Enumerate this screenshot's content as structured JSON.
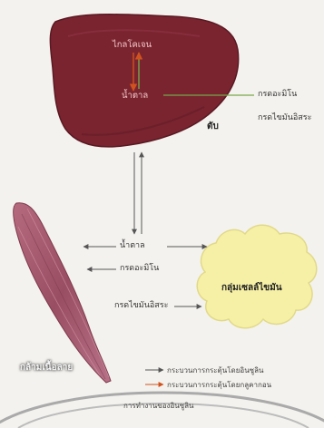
{
  "labels": {
    "glycogen": "ไกลโคเจน",
    "sugar_liver": "น้ำตาล",
    "amino_liver": "กรดอะมิโน",
    "fatty_liver": "กรดไขมันอิสระ",
    "liver": "ตับ",
    "sugar_center": "น้ำตาล",
    "amino_center": "กรดอะมิโน",
    "fatty_center": "กรดไขมันอิสระ",
    "fat_cells": "กลุ่มเซลล์ไขมัน",
    "muscle": "กล้ามเนื้อลาย",
    "process_insulin": "กระบวนการกระตุ้นโดยอินซูลิน",
    "process_glucagon": "กระบวนการกระตุ้นโดยกลูคากอน",
    "insulin_action": "การทำงานของอินซูลิน"
  },
  "colors": {
    "liver": "#7a2430",
    "liver_dark": "#5a1922",
    "muscle": "#a8596e",
    "fat": "#f6f0a6",
    "insulin_arrow": "#555555",
    "glucagon_arrow": "#d0531f",
    "background": "#f4f2ee"
  }
}
